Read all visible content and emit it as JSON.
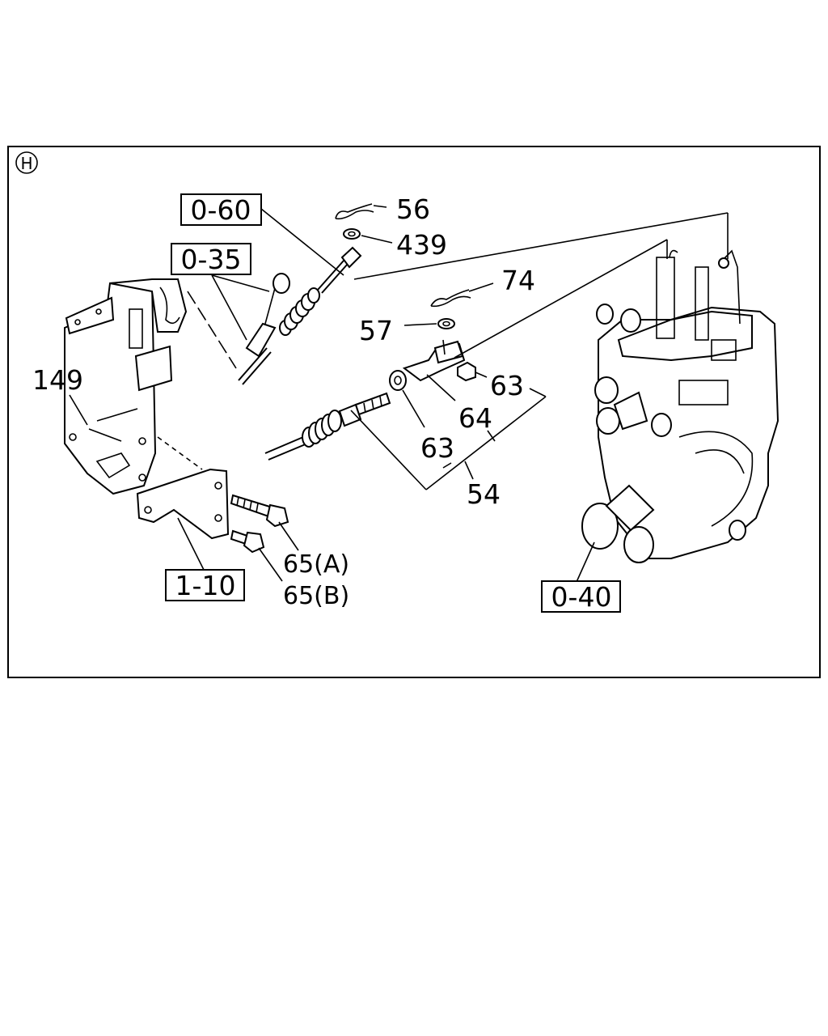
{
  "diagram": {
    "section_marker": "H",
    "callouts": {
      "ref_0_60": "0-60",
      "ref_0_35": "0-35",
      "ref_1_10": "1-10",
      "ref_0_40": "0-40",
      "p56": "56",
      "p439": "439",
      "p74": "74",
      "p57": "57",
      "p149": "149",
      "p63_right": "63",
      "p64": "64",
      "p63_lower": "63",
      "p54": "54",
      "p65a": "65(A)",
      "p65b": "65(B)"
    }
  }
}
